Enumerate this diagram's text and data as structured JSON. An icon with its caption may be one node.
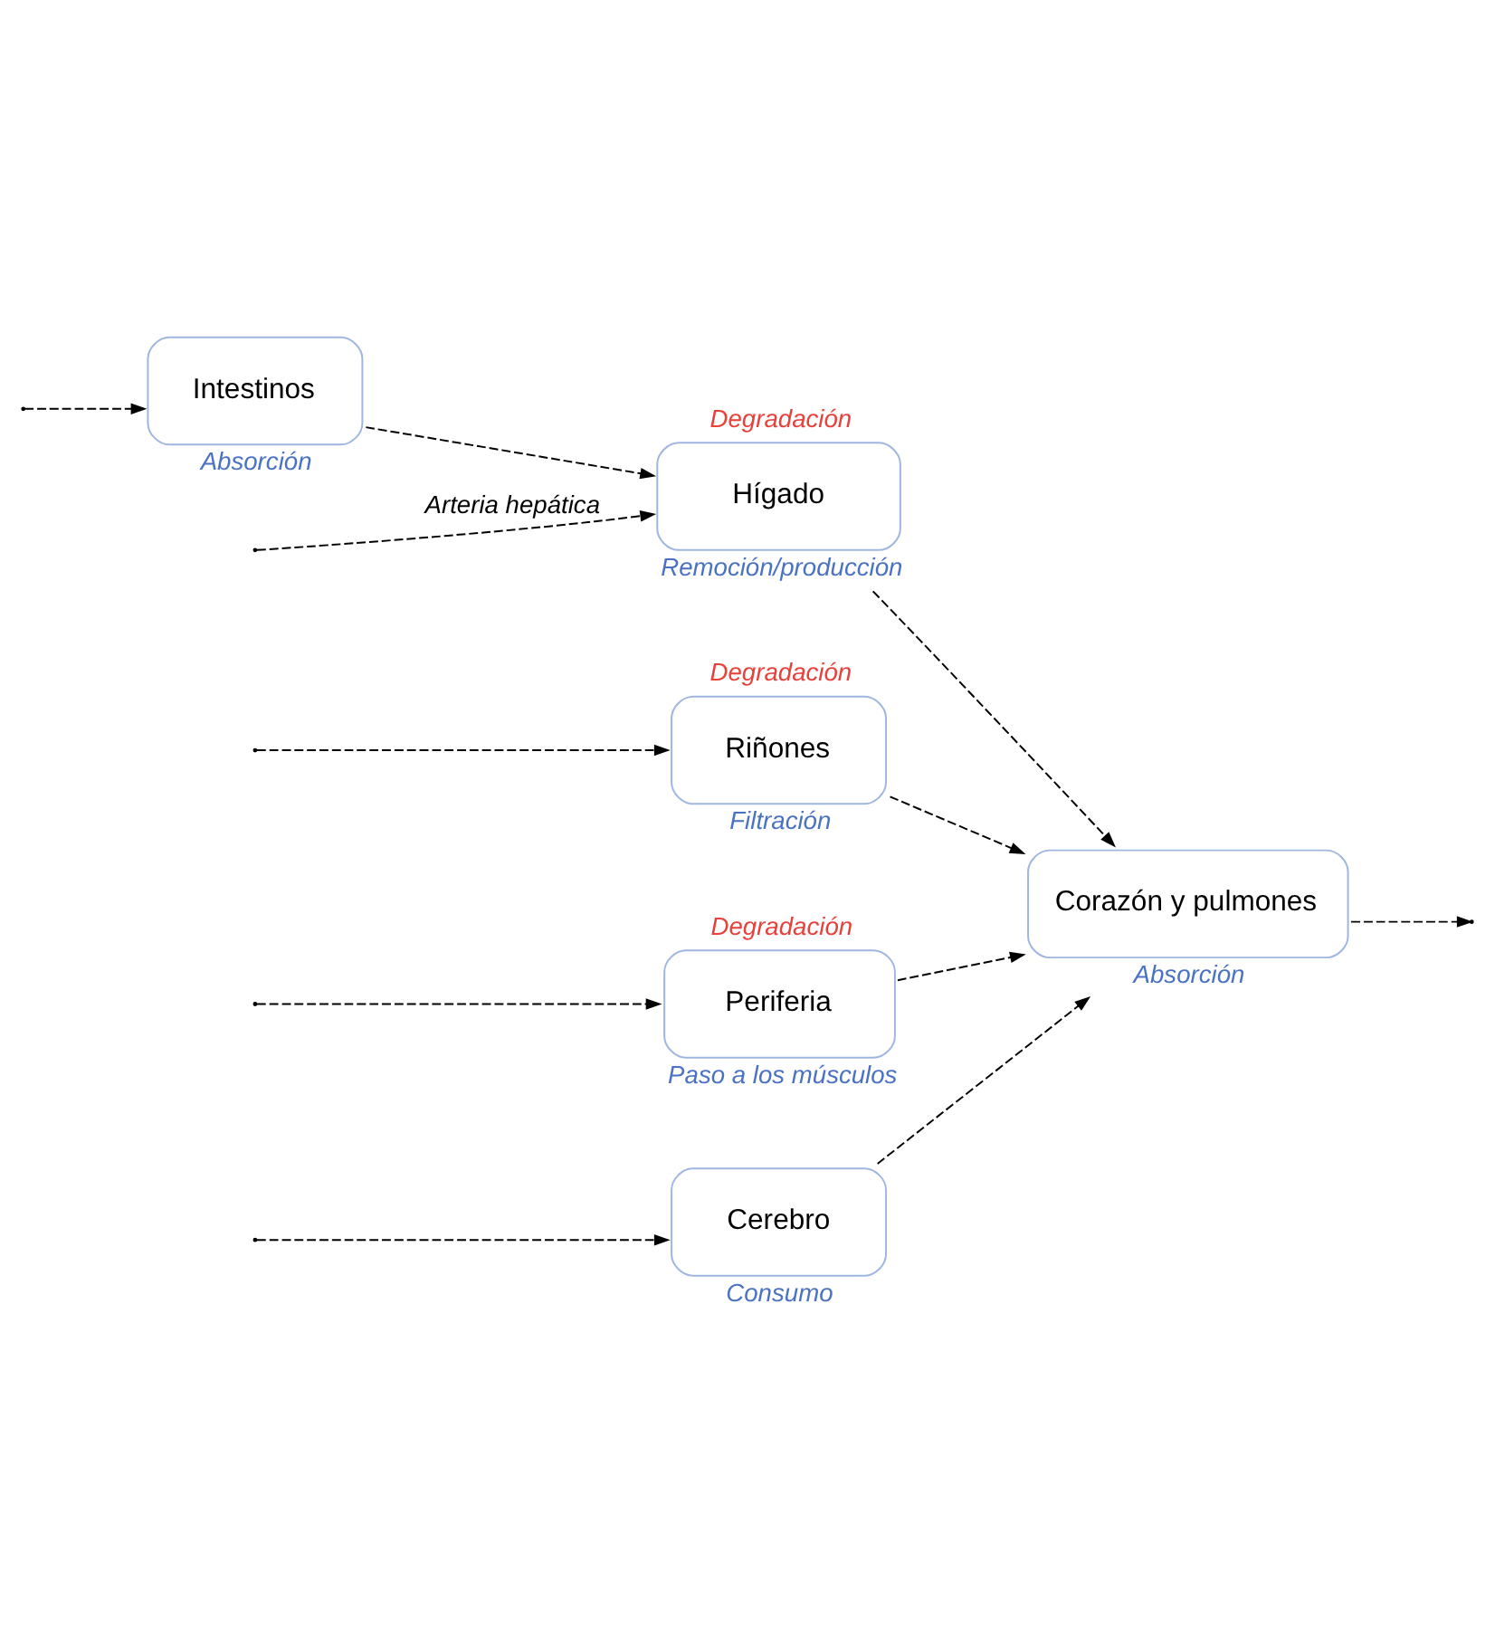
{
  "diagram": {
    "nodes": [
      {
        "text": [
          "Cerebro"
        ],
        "beside": [
          "Consumo"
        ]
      },
      {
        "text": [
          "Corazón y pulmones"
        ],
        "beside": [
          "Absorción"
        ]
      },
      {
        "text": [
          "Hígado"
        ],
        "beside": [
          "Degradación",
          "Remoción/producción"
        ]
      },
      {
        "text": [
          "Intestinos"
        ],
        "beside": [
          "Absorción"
        ]
      },
      {
        "text": [
          "Riñones"
        ],
        "beside": [
          "Degradación",
          "Filtración"
        ]
      },
      {
        "text": [
          "Periferia"
        ],
        "beside": [
          "Degradación",
          "Paso a los músculos"
        ]
      }
    ],
    "edges": [
      {
        "from": 0,
        "to": 1,
        "arrow": "to",
        "style": "dashed"
      },
      {
        "from": 2,
        "to": 1,
        "arrow": "to",
        "style": "dashed"
      },
      {
        "from": 4,
        "to": 1,
        "arrow": "to",
        "style": "dashed"
      },
      {
        "from": 5,
        "to": 1,
        "arrow": "to",
        "style": "dashed"
      },
      {
        "from": 1,
        "to": null,
        "arrow": "to",
        "style": "dashed"
      },
      {
        "from": null,
        "to": 0,
        "arrow": "to",
        "style": "dashed"
      },
      {
        "from": null,
        "to": 2,
        "arrow": "to",
        "style": "dashed",
        "label": "Arteria hepática"
      },
      {
        "from": 3,
        "to": 2,
        "arrow": "to",
        "style": "dashed"
      },
      {
        "from": null,
        "to": 3,
        "arrow": "to",
        "style": "dashed"
      },
      {
        "from": null,
        "to": 4,
        "arrow": "to",
        "style": "dashed"
      },
      {
        "from": null,
        "to": 5,
        "arrow": "to",
        "style": "dashed"
      }
    ]
  }
}
